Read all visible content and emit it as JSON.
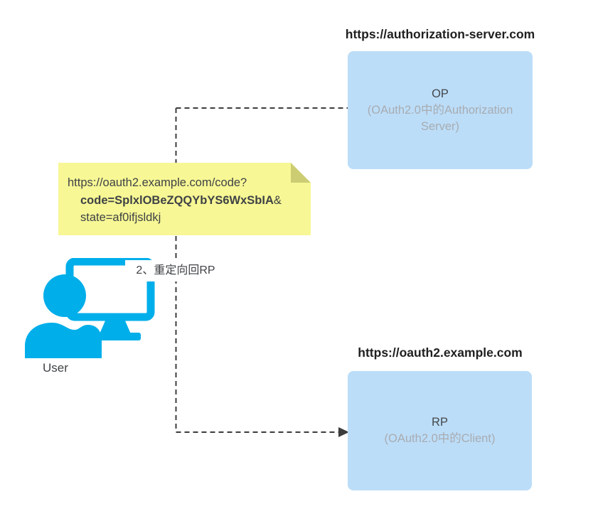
{
  "diagram": {
    "authorization_server": {
      "heading": "https://authorization-server.com",
      "box_title": "OP",
      "box_subtitle": "(OAuth2.0中的Authorization Server)"
    },
    "client": {
      "heading": "https://oauth2.example.com",
      "box_title": "RP",
      "box_subtitle": "(OAuth2.0中的Client)"
    },
    "note": {
      "line1": "https://oauth2.example.com/code?",
      "line2_bold": "code=SplxlOBeZQQYbYS6WxSbIA",
      "line2_suffix": "&",
      "line3": "state=af0ifjsldkj"
    },
    "arrow_label": "2、重定向回RP",
    "user_label": "User"
  },
  "colors": {
    "box_fill": "#BCDDF8",
    "note_fill": "#F7F795",
    "note_fold": "#CCCC73",
    "user_icon": "#00AEEA",
    "dash_line": "#3C3C3C",
    "heading_text": "#1F1F1F",
    "box_title_text": "#44484D",
    "box_subtitle_text": "#A7ACB2",
    "body_text": "#3F4245"
  }
}
